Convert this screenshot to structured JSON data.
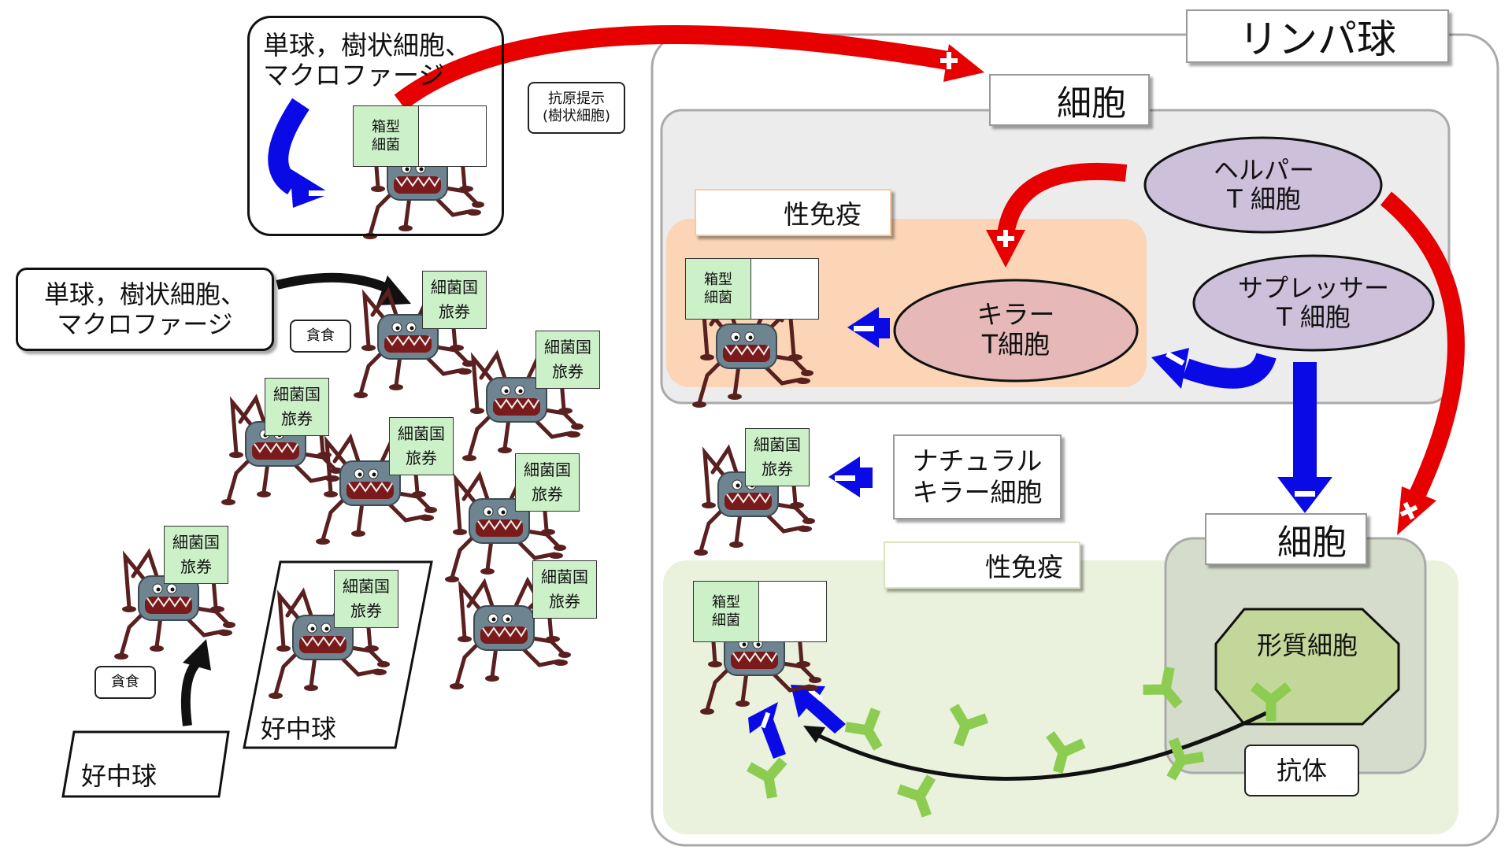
{
  "colors": {
    "activate": "#e60000",
    "suppress": "#0a0ae6",
    "antibody": "#8ccc50",
    "innate_bg": "#fbd5b5",
    "humoral_bg": "#eaf1dd",
    "cellular_bg": "#ececec",
    "helper_fill": "#ccc0da",
    "killer_fill": "#e6b8b7",
    "plasma_fill": "#c4d79b"
  },
  "icons": {
    "plus": "plus-sign-icon",
    "minus": "minus-sign-icon",
    "bacterium": "box-bacterium-icon",
    "antibody": "y-antibody-icon"
  },
  "left": {
    "apc_top_label": "単球，樹状細胞、\nマクロファージ",
    "apc_mid_label": "単球，樹状細胞、\nマクロファージ",
    "phagocytosis_1": "貪食",
    "phagocytosis_2": "貪食",
    "antigen_presentation": "抗原提示\n(樹状細胞)",
    "neutrophil_1": "好中球",
    "neutrophil_2": "好中球",
    "box_bacteria_label": "箱型\n細菌",
    "passport_label": "細菌国\n旅券"
  },
  "right": {
    "lymphocyte_title": "リンパ球",
    "t_cell_header": "細胞",
    "b_cell_header": "細胞",
    "cellular_immunity": "性免疫",
    "humoral_immunity": "性免疫",
    "helper_t": "ヘルパー\nT 細胞",
    "suppressor_t": "サプレッサー\nT 細胞",
    "killer_t": "キラー\nT細胞",
    "nk_cell": "ナチュラル\nキラー細胞",
    "plasma_cell": "形質細胞",
    "antibody": "抗体",
    "box_bacteria_label": "箱型\n細菌",
    "passport_label": "細菌国\n旅券"
  }
}
